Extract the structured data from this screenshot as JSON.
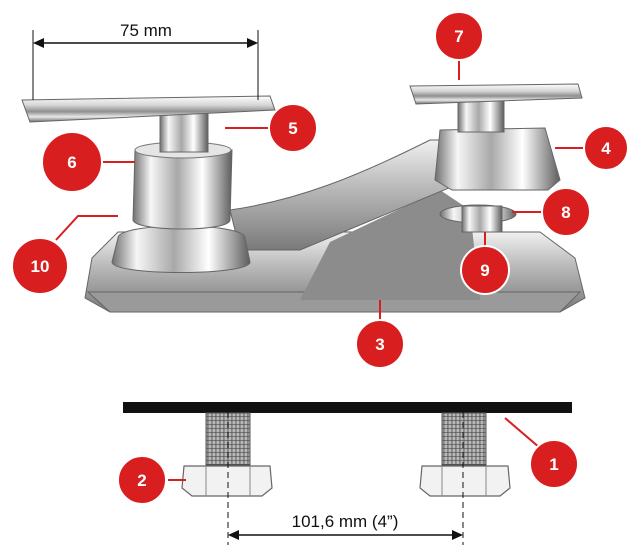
{
  "dimensions": {
    "handle_spread": "75 mm",
    "center_spread": "101,6 mm (4”)"
  },
  "callouts": [
    {
      "id": "1",
      "label": "1"
    },
    {
      "id": "2",
      "label": "2"
    },
    {
      "id": "3",
      "label": "3"
    },
    {
      "id": "4",
      "label": "4"
    },
    {
      "id": "5",
      "label": "5"
    },
    {
      "id": "6",
      "label": "6"
    },
    {
      "id": "7",
      "label": "7"
    },
    {
      "id": "8",
      "label": "8"
    },
    {
      "id": "9",
      "label": "9"
    },
    {
      "id": "10",
      "label": "10"
    }
  ],
  "colors": {
    "callout_fill": "#d81e1e",
    "callout_stroke": "#ffffff",
    "leader": "#d81e1e",
    "chrome_light": "#f4f4f4",
    "chrome_mid": "#b9b9b9",
    "chrome_dark": "#5a5a5a",
    "base_gray": "#8c8c8c",
    "deck_black": "#111111"
  }
}
